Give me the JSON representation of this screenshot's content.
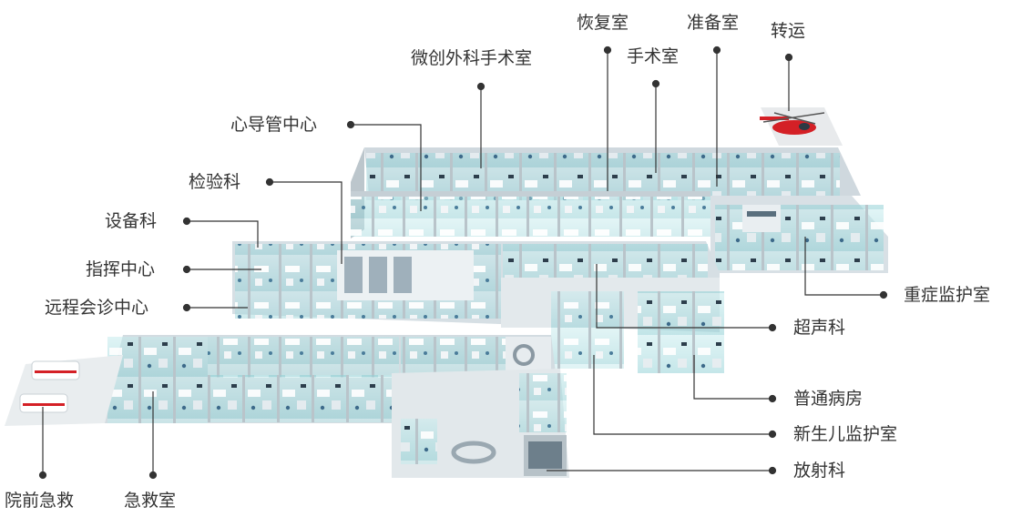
{
  "labels": {
    "minimal_surgery": "微创外科手术室",
    "recovery": "恢复室",
    "prep": "准备室",
    "transfer": "转运",
    "surgery": "手术室",
    "cath": "心导管中心",
    "lab": "检验科",
    "equipment": "设备科",
    "command": "指挥中心",
    "remote": "远程会诊中心",
    "icu": "重症监护室",
    "ultrasound": "超声科",
    "ward": "普通病房",
    "nicu": "新生儿监护室",
    "radiology": "放射科",
    "prehospital": "院前急救",
    "emergency": "急救室"
  },
  "colors": {
    "label_text": "#333333",
    "leader_line": "#333333",
    "floor": "#dde4e8",
    "wall_top": "#c9d3d9",
    "glass": "#a9d9dd",
    "helicopter": "#d42026",
    "ambulance": "#ffffff"
  }
}
